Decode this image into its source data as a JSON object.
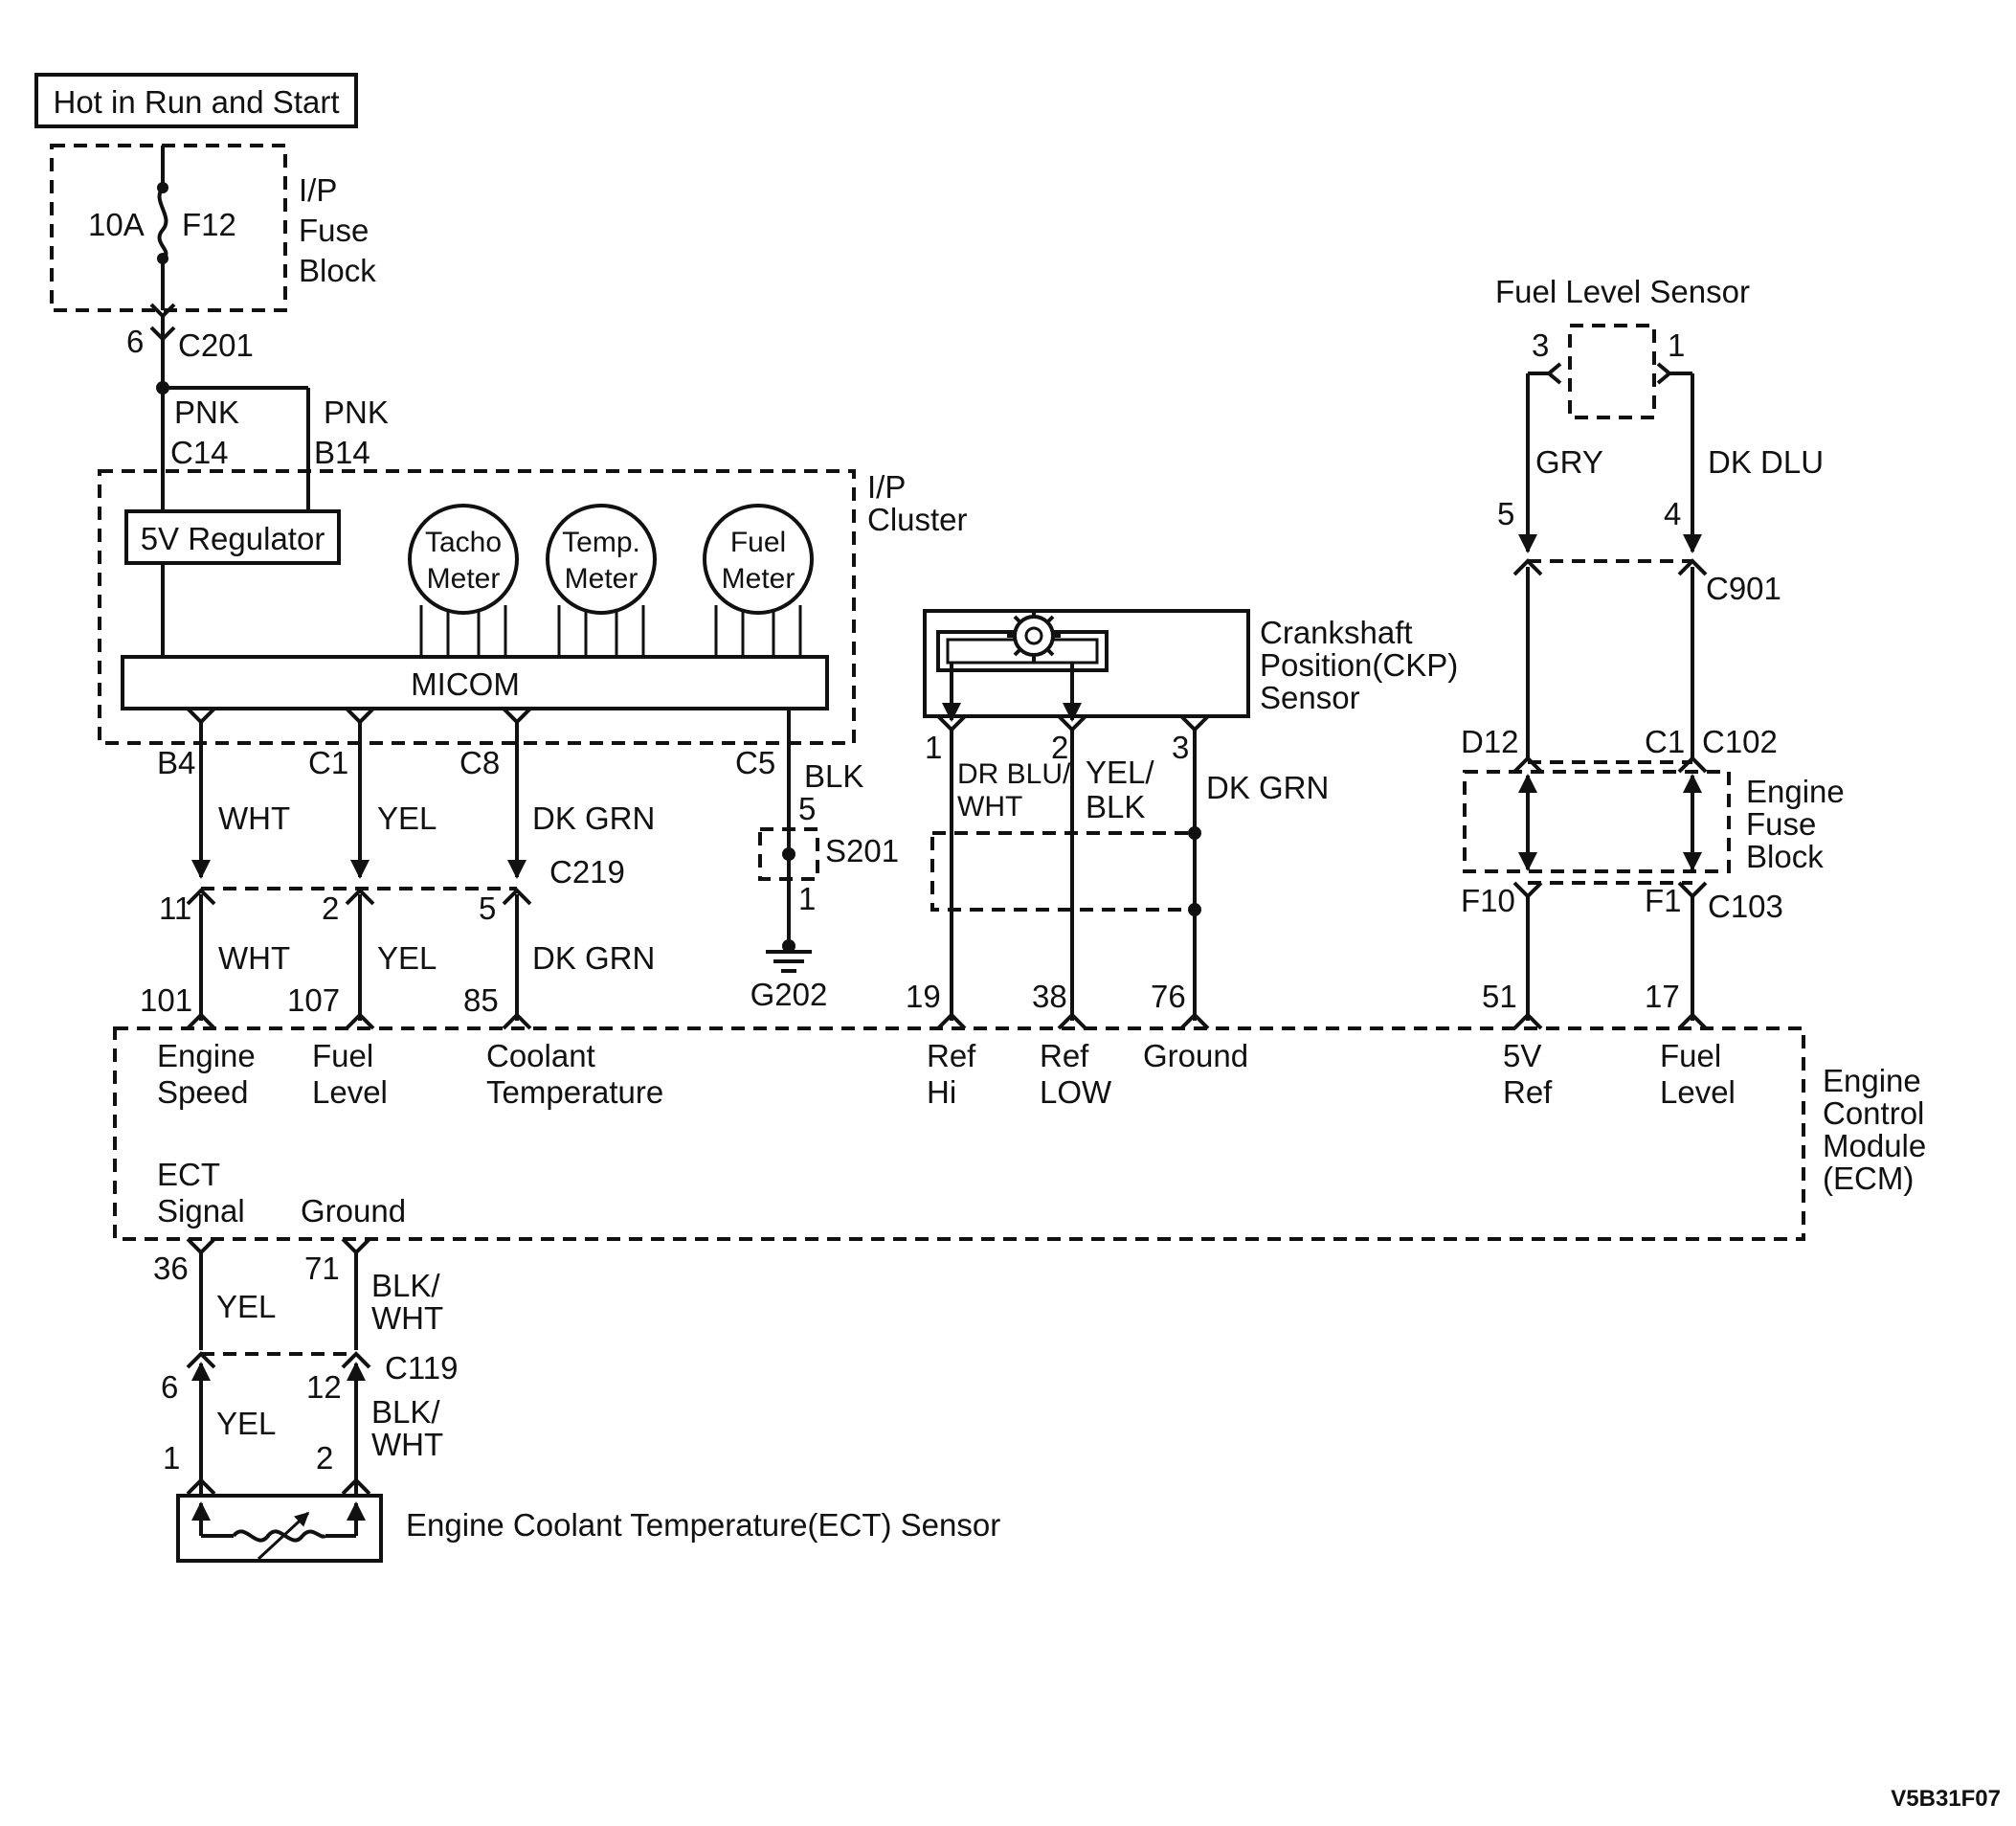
{
  "power": {
    "hot_label": "Hot in Run and Start"
  },
  "fuse_block": {
    "amperage": "10A",
    "fuse": "F12",
    "title_l1": "I/P",
    "title_l2": "Fuse",
    "title_l3": "Block",
    "pin": "6",
    "connector": "C201"
  },
  "cluster": {
    "wire_left_color": "PNK",
    "wire_left_pin": "C14",
    "wire_right_color": "PNK",
    "wire_right_pin": "B14",
    "title_l1": "I/P",
    "title_l2": "Cluster",
    "regulator": "5V Regulator",
    "tacho_l1": "Tacho",
    "tacho_l2": "Meter",
    "temp_l1": "Temp.",
    "temp_l2": "Meter",
    "fuel_l1": "Fuel",
    "fuel_l2": "Meter",
    "micom": "MICOM",
    "pins": {
      "b4": "B4",
      "c1": "C1",
      "c8": "C8",
      "c5": "C5"
    }
  },
  "cluster_wires": {
    "wht": "WHT",
    "yel": "YEL",
    "dkgrn": "DK GRN",
    "blk": "BLK",
    "c219": "C219",
    "p11": "11",
    "p2": "2",
    "p5": "5",
    "s201": "S201",
    "s201_top": "5",
    "s201_bot": "1",
    "g202": "G202"
  },
  "ckp": {
    "title_l1": "Crankshaft",
    "title_l2": "Position(CKP)",
    "title_l3": "Sensor",
    "pin1": "1",
    "pin2": "2",
    "pin3": "3",
    "w1_l1": "DR BLU/",
    "w1_l2": "WHT",
    "w2_l1": "YEL/",
    "w2_l2": "BLK",
    "w3": "DK GRN"
  },
  "fuel_level_sensor": {
    "title": "Fuel Level Sensor",
    "pin3": "3",
    "pin1": "1",
    "w_left": "GRY",
    "w_right": "DK DLU",
    "pin5": "5",
    "pin4": "4",
    "c901": "C901"
  },
  "engine_fuse_block": {
    "d12": "D12",
    "c1": "C1",
    "c102": "C102",
    "title_l1": "Engine",
    "title_l2": "Fuse",
    "title_l3": "Block",
    "f10": "F10",
    "f1": "F1",
    "c103": "C103"
  },
  "ecm": {
    "title_l1": "Engine",
    "title_l2": "Control",
    "title_l3": "Module",
    "title_l4": "(ECM)",
    "pins": {
      "p101": "101",
      "p107": "107",
      "p85": "85",
      "p19": "19",
      "p38": "38",
      "p76": "76",
      "p51": "51",
      "p17": "17",
      "p36": "36",
      "p71": "71"
    },
    "labels": {
      "speed_l1": "Engine",
      "speed_l2": "Speed",
      "fuel_l1": "Fuel",
      "fuel_l2": "Level",
      "coolant_l1": "Coolant",
      "coolant_l2": "Temperature",
      "refhi_l1": "Ref",
      "refhi_l2": "Hi",
      "reflow_l1": "Ref",
      "reflow_l2": "LOW",
      "ground": "Ground",
      "vref_l1": "5V",
      "vref_l2": "Ref",
      "fuel2_l1": "Fuel",
      "fuel2_l2": "Level",
      "ect_l1": "ECT",
      "ect_l2": "Signal",
      "ect_ground": "Ground"
    }
  },
  "ect_sensor": {
    "w_yel": "YEL",
    "w_blk_l1": "BLK/",
    "w_blk_l2": "WHT",
    "c119": "C119",
    "p6": "6",
    "p12": "12",
    "p1": "1",
    "p2": "2",
    "title": "Engine Coolant Temperature(ECT) Sensor"
  },
  "figure_code": "V5B31F07"
}
